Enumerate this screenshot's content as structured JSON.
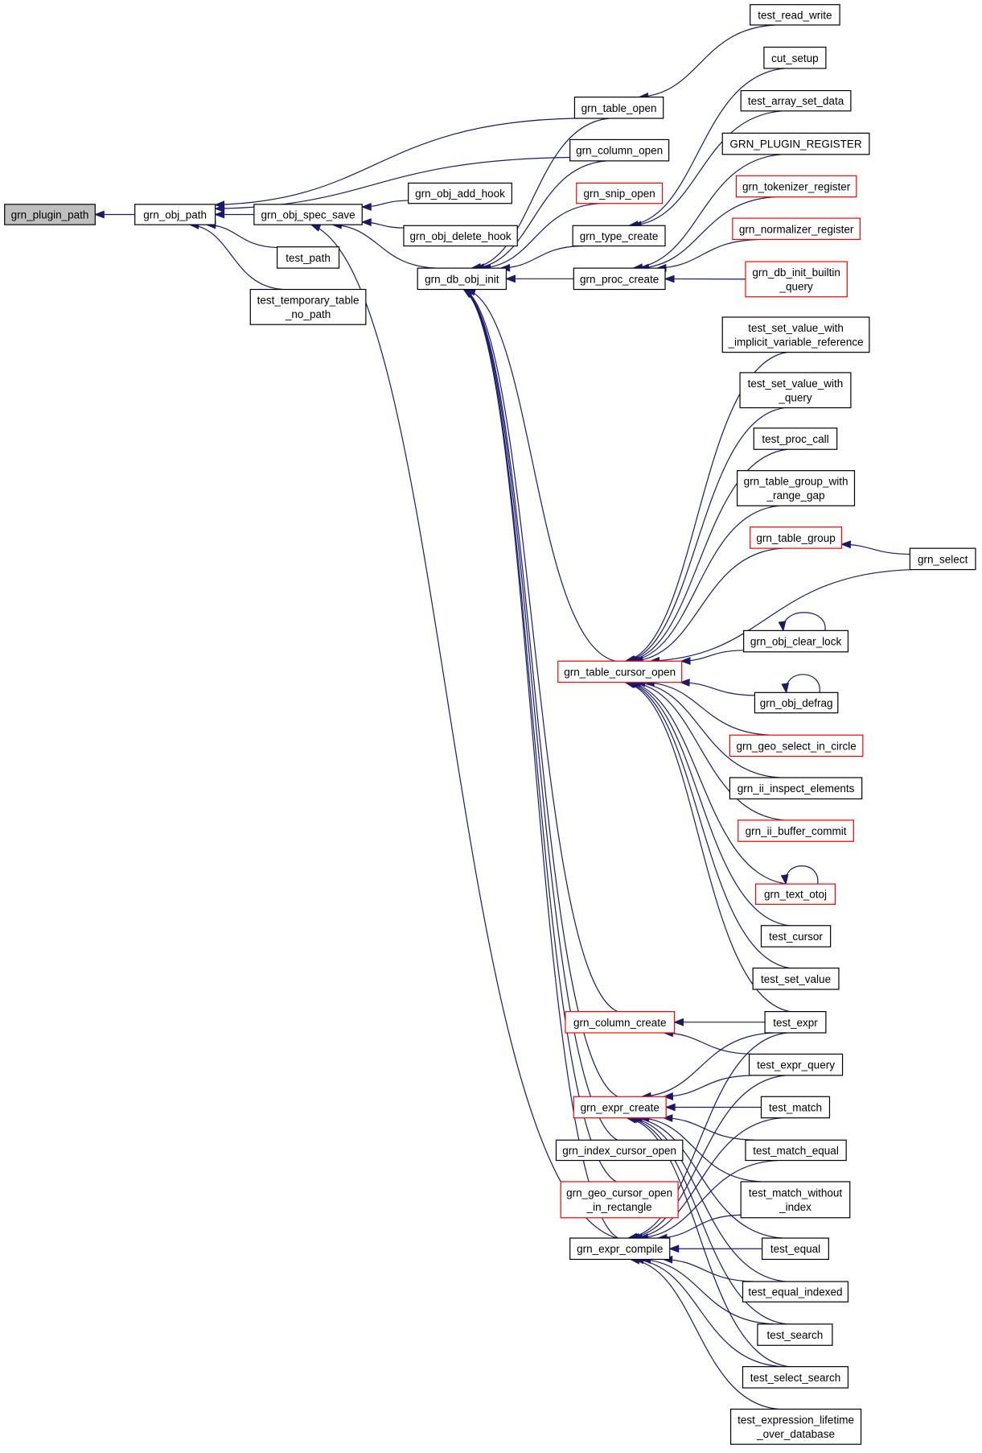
{
  "graph": {
    "colors": {
      "edge": "#191970",
      "normal_border": "#000000",
      "truncated_border": "#ff0000",
      "root_fill": "#bfbfbf",
      "node_fill": "#ffffff"
    },
    "nodes": [
      {
        "id": "grn_plugin_path",
        "lines": [
          "grn_plugin_path"
        ],
        "style": "root"
      },
      {
        "id": "grn_obj_path",
        "lines": [
          "grn_obj_path"
        ],
        "style": "normal"
      },
      {
        "id": "grn_obj_spec_save",
        "lines": [
          "grn_obj_spec_save"
        ],
        "style": "normal"
      },
      {
        "id": "test_path",
        "lines": [
          "test_path"
        ],
        "style": "normal"
      },
      {
        "id": "test_temporary_table_no_path",
        "lines": [
          "test_temporary_table",
          "_no_path"
        ],
        "style": "normal"
      },
      {
        "id": "grn_obj_add_hook",
        "lines": [
          "grn_obj_add_hook"
        ],
        "style": "normal"
      },
      {
        "id": "grn_obj_delete_hook",
        "lines": [
          "grn_obj_delete_hook"
        ],
        "style": "normal"
      },
      {
        "id": "grn_db_obj_init",
        "lines": [
          "grn_db_obj_init"
        ],
        "style": "normal"
      },
      {
        "id": "grn_table_open",
        "lines": [
          "grn_table_open"
        ],
        "style": "normal"
      },
      {
        "id": "grn_column_open",
        "lines": [
          "grn_column_open"
        ],
        "style": "normal"
      },
      {
        "id": "grn_snip_open",
        "lines": [
          "grn_snip_open"
        ],
        "style": "truncated"
      },
      {
        "id": "grn_type_create",
        "lines": [
          "grn_type_create"
        ],
        "style": "normal"
      },
      {
        "id": "grn_proc_create",
        "lines": [
          "grn_proc_create"
        ],
        "style": "normal"
      },
      {
        "id": "test_read_write",
        "lines": [
          "test_read_write"
        ],
        "style": "normal"
      },
      {
        "id": "cut_setup",
        "lines": [
          "cut_setup"
        ],
        "style": "normal"
      },
      {
        "id": "test_array_set_data",
        "lines": [
          "test_array_set_data"
        ],
        "style": "normal"
      },
      {
        "id": "GRN_PLUGIN_REGISTER",
        "lines": [
          "GRN_PLUGIN_REGISTER"
        ],
        "style": "normal"
      },
      {
        "id": "grn_tokenizer_register",
        "lines": [
          "grn_tokenizer_register"
        ],
        "style": "truncated"
      },
      {
        "id": "grn_normalizer_register",
        "lines": [
          "grn_normalizer_register"
        ],
        "style": "truncated"
      },
      {
        "id": "grn_db_init_builtin_query",
        "lines": [
          "grn_db_init_builtin",
          "_query"
        ],
        "style": "truncated"
      },
      {
        "id": "test_set_value_with_implicit_variable_reference",
        "lines": [
          "test_set_value_with",
          "_implicit_variable_reference"
        ],
        "style": "normal"
      },
      {
        "id": "test_set_value_with_query",
        "lines": [
          "test_set_value_with",
          "_query"
        ],
        "style": "normal"
      },
      {
        "id": "test_proc_call",
        "lines": [
          "test_proc_call"
        ],
        "style": "normal"
      },
      {
        "id": "grn_table_group_with_range_gap",
        "lines": [
          "grn_table_group_with",
          "_range_gap"
        ],
        "style": "normal"
      },
      {
        "id": "grn_table_group",
        "lines": [
          "grn_table_group"
        ],
        "style": "truncated"
      },
      {
        "id": "grn_select",
        "lines": [
          "grn_select"
        ],
        "style": "normal"
      },
      {
        "id": "grn_obj_clear_lock",
        "lines": [
          "grn_obj_clear_lock"
        ],
        "style": "normal"
      },
      {
        "id": "grn_table_cursor_open",
        "lines": [
          "grn_table_cursor_open"
        ],
        "style": "truncated"
      },
      {
        "id": "grn_obj_defrag",
        "lines": [
          "grn_obj_defrag"
        ],
        "style": "normal"
      },
      {
        "id": "grn_geo_select_in_circle",
        "lines": [
          "grn_geo_select_in_circle"
        ],
        "style": "truncated"
      },
      {
        "id": "grn_ii_inspect_elements",
        "lines": [
          "grn_ii_inspect_elements"
        ],
        "style": "normal"
      },
      {
        "id": "grn_ii_buffer_commit",
        "lines": [
          "grn_ii_buffer_commit"
        ],
        "style": "truncated"
      },
      {
        "id": "grn_text_otoj",
        "lines": [
          "grn_text_otoj"
        ],
        "style": "truncated"
      },
      {
        "id": "test_cursor",
        "lines": [
          "test_cursor"
        ],
        "style": "normal"
      },
      {
        "id": "test_set_value",
        "lines": [
          "test_set_value"
        ],
        "style": "normal"
      },
      {
        "id": "grn_column_create",
        "lines": [
          "grn_column_create"
        ],
        "style": "truncated"
      },
      {
        "id": "test_expr",
        "lines": [
          "test_expr"
        ],
        "style": "normal"
      },
      {
        "id": "test_expr_query",
        "lines": [
          "test_expr_query"
        ],
        "style": "normal"
      },
      {
        "id": "grn_expr_create",
        "lines": [
          "grn_expr_create"
        ],
        "style": "truncated"
      },
      {
        "id": "test_match",
        "lines": [
          "test_match"
        ],
        "style": "normal"
      },
      {
        "id": "test_match_equal",
        "lines": [
          "test_match_equal"
        ],
        "style": "normal"
      },
      {
        "id": "grn_index_cursor_open",
        "lines": [
          "grn_index_cursor_open"
        ],
        "style": "normal"
      },
      {
        "id": "grn_geo_cursor_open_in_rectangle",
        "lines": [
          "grn_geo_cursor_open",
          "_in_rectangle"
        ],
        "style": "truncated"
      },
      {
        "id": "test_match_without_index",
        "lines": [
          "test_match_without",
          "_index"
        ],
        "style": "normal"
      },
      {
        "id": "grn_expr_compile",
        "lines": [
          "grn_expr_compile"
        ],
        "style": "normal"
      },
      {
        "id": "test_equal",
        "lines": [
          "test_equal"
        ],
        "style": "normal"
      },
      {
        "id": "test_equal_indexed",
        "lines": [
          "test_equal_indexed"
        ],
        "style": "normal"
      },
      {
        "id": "test_search",
        "lines": [
          "test_search"
        ],
        "style": "normal"
      },
      {
        "id": "test_select_search",
        "lines": [
          "test_select_search"
        ],
        "style": "normal"
      },
      {
        "id": "test_expression_lifetime_over_database",
        "lines": [
          "test_expression_lifetime",
          "_over_database"
        ],
        "style": "normal"
      }
    ],
    "edges": [
      [
        "grn_obj_path",
        "grn_plugin_path"
      ],
      [
        "grn_obj_spec_save",
        "grn_obj_path"
      ],
      [
        "test_path",
        "grn_obj_path"
      ],
      [
        "test_temporary_table_no_path",
        "grn_obj_path"
      ],
      [
        "grn_table_open",
        "grn_obj_path"
      ],
      [
        "grn_column_open",
        "grn_obj_path"
      ],
      [
        "grn_obj_add_hook",
        "grn_obj_spec_save"
      ],
      [
        "grn_obj_delete_hook",
        "grn_obj_spec_save"
      ],
      [
        "grn_db_obj_init",
        "grn_obj_spec_save"
      ],
      [
        "grn_expr_compile",
        "grn_obj_spec_save"
      ],
      [
        "grn_table_open",
        "grn_db_obj_init"
      ],
      [
        "grn_column_open",
        "grn_db_obj_init"
      ],
      [
        "grn_snip_open",
        "grn_db_obj_init"
      ],
      [
        "grn_type_create",
        "grn_db_obj_init"
      ],
      [
        "grn_proc_create",
        "grn_db_obj_init"
      ],
      [
        "grn_table_cursor_open",
        "grn_db_obj_init"
      ],
      [
        "grn_column_create",
        "grn_db_obj_init"
      ],
      [
        "grn_expr_create",
        "grn_db_obj_init"
      ],
      [
        "grn_index_cursor_open",
        "grn_db_obj_init"
      ],
      [
        "grn_geo_cursor_open_in_rectangle",
        "grn_db_obj_init"
      ],
      [
        "grn_expr_compile",
        "grn_db_obj_init"
      ],
      [
        "test_read_write",
        "grn_table_open"
      ],
      [
        "cut_setup",
        "grn_type_create"
      ],
      [
        "test_array_set_data",
        "grn_type_create"
      ],
      [
        "GRN_PLUGIN_REGISTER",
        "grn_proc_create"
      ],
      [
        "grn_tokenizer_register",
        "grn_proc_create"
      ],
      [
        "grn_normalizer_register",
        "grn_proc_create"
      ],
      [
        "grn_db_init_builtin_query",
        "grn_proc_create"
      ],
      [
        "grn_select",
        "grn_table_group"
      ],
      [
        "grn_obj_clear_lock",
        "grn_obj_clear_lock"
      ],
      [
        "grn_obj_defrag",
        "grn_obj_defrag"
      ],
      [
        "grn_text_otoj",
        "grn_text_otoj"
      ],
      [
        "test_set_value_with_implicit_variable_reference",
        "grn_table_cursor_open"
      ],
      [
        "test_set_value_with_query",
        "grn_table_cursor_open"
      ],
      [
        "test_proc_call",
        "grn_table_cursor_open"
      ],
      [
        "grn_table_group_with_range_gap",
        "grn_table_cursor_open"
      ],
      [
        "grn_table_group",
        "grn_table_cursor_open"
      ],
      [
        "grn_select",
        "grn_table_cursor_open"
      ],
      [
        "grn_obj_clear_lock",
        "grn_table_cursor_open"
      ],
      [
        "grn_obj_defrag",
        "grn_table_cursor_open"
      ],
      [
        "grn_geo_select_in_circle",
        "grn_table_cursor_open"
      ],
      [
        "grn_ii_inspect_elements",
        "grn_table_cursor_open"
      ],
      [
        "grn_ii_buffer_commit",
        "grn_table_cursor_open"
      ],
      [
        "grn_text_otoj",
        "grn_table_cursor_open"
      ],
      [
        "test_cursor",
        "grn_table_cursor_open"
      ],
      [
        "test_set_value",
        "grn_table_cursor_open"
      ],
      [
        "test_expr",
        "grn_table_cursor_open"
      ],
      [
        "test_expr",
        "grn_column_create"
      ],
      [
        "test_expr_query",
        "grn_column_create"
      ],
      [
        "test_expr",
        "grn_expr_create"
      ],
      [
        "test_expr_query",
        "grn_expr_create"
      ],
      [
        "test_match",
        "grn_expr_create"
      ],
      [
        "test_match_equal",
        "grn_expr_create"
      ],
      [
        "test_match_without_index",
        "grn_expr_create"
      ],
      [
        "test_equal",
        "grn_expr_create"
      ],
      [
        "test_equal_indexed",
        "grn_expr_create"
      ],
      [
        "test_search",
        "grn_expr_create"
      ],
      [
        "test_select_search",
        "grn_expr_create"
      ],
      [
        "test_expr",
        "grn_expr_compile"
      ],
      [
        "test_expr_query",
        "grn_expr_compile"
      ],
      [
        "test_match",
        "grn_expr_compile"
      ],
      [
        "test_match_equal",
        "grn_expr_compile"
      ],
      [
        "test_match_without_index",
        "grn_expr_compile"
      ],
      [
        "test_equal",
        "grn_expr_compile"
      ],
      [
        "test_equal_indexed",
        "grn_expr_compile"
      ],
      [
        "test_search",
        "grn_expr_compile"
      ],
      [
        "test_select_search",
        "grn_expr_compile"
      ],
      [
        "test_expression_lifetime_over_database",
        "grn_expr_compile"
      ]
    ]
  }
}
